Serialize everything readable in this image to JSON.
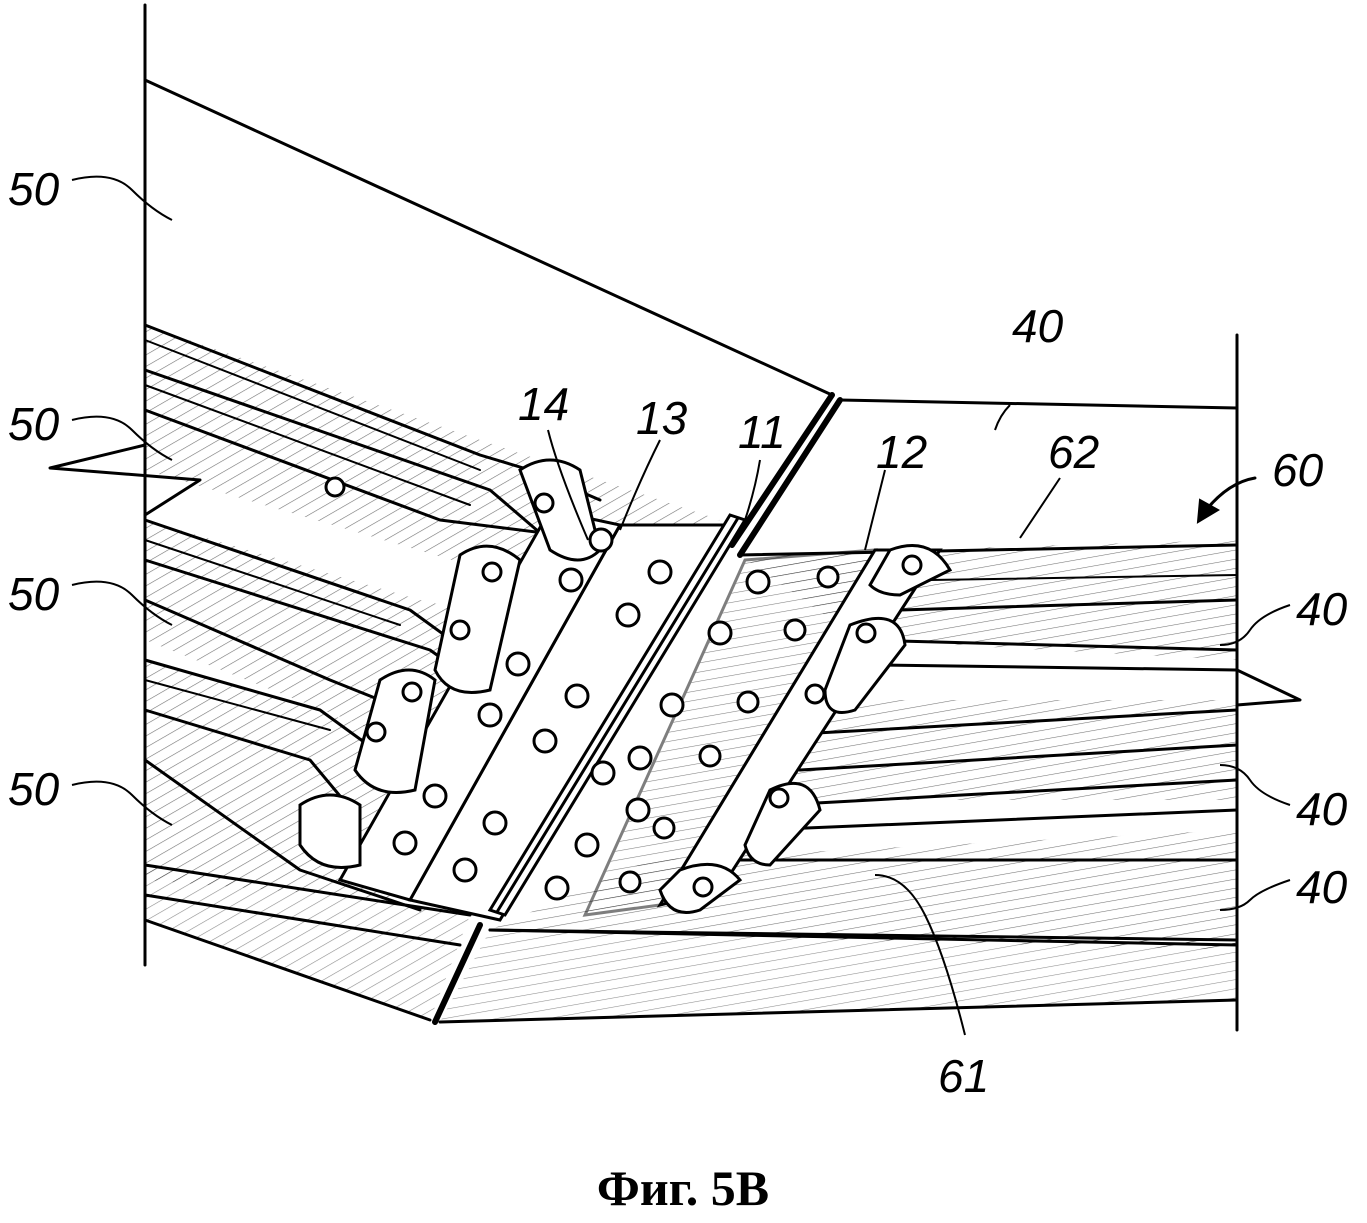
{
  "figure": {
    "caption": "Фиг. 5B",
    "labels": {
      "l50a": "50",
      "l50b": "50",
      "l50c": "50",
      "l50d": "50",
      "l14": "14",
      "l13": "13",
      "l11": "11",
      "l12": "12",
      "l40top": "40",
      "l62": "62",
      "l60": "60",
      "l40a": "40",
      "l40b": "40",
      "l40c": "40",
      "l61": "61"
    }
  }
}
